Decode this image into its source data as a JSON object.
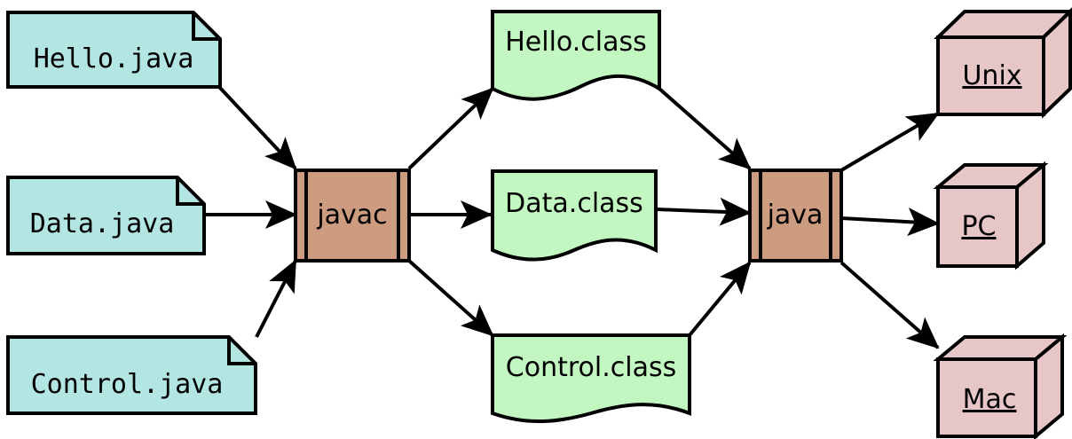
{
  "sources": [
    {
      "id": "hello-java",
      "label": "Hello.java"
    },
    {
      "id": "data-java",
      "label": "Data.java"
    },
    {
      "id": "control-java",
      "label": "Control.java"
    }
  ],
  "compiler": {
    "label": "javac"
  },
  "class_files": [
    {
      "id": "hello-class",
      "label": "Hello.class"
    },
    {
      "id": "data-class",
      "label": "Data.class"
    },
    {
      "id": "control-class",
      "label": "Control.class"
    }
  ],
  "runtime": {
    "label": "java"
  },
  "platforms": [
    {
      "id": "unix",
      "label": "Unix"
    },
    {
      "id": "pc",
      "label": "PC"
    },
    {
      "id": "mac",
      "label": "Mac"
    }
  ],
  "colors": {
    "source_fill": "#b3e6e3",
    "process_fill": "#cd9b80",
    "class_fill": "#c3f7c2",
    "platform_fill": "#e6c6c6",
    "stroke": "#000000"
  }
}
